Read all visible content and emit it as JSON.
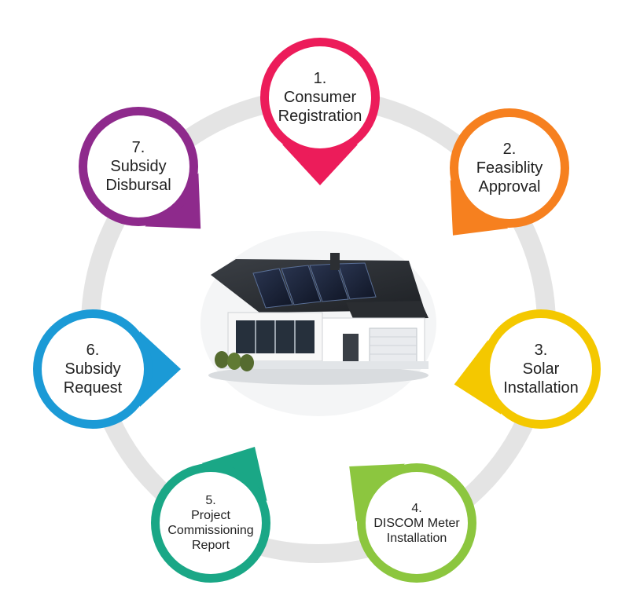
{
  "diagram": {
    "ring_color": "#e4e4e4",
    "steps": [
      {
        "number": "1.",
        "lines": [
          "Consumer",
          "Registration"
        ],
        "color": "#ec1c5a",
        "icon": "arrow-down-icon"
      },
      {
        "number": "2.",
        "lines": [
          "Feasiblity",
          "Approval"
        ],
        "color": "#f6801f",
        "icon": "arrow-down-left-icon"
      },
      {
        "number": "3.",
        "lines": [
          "Solar",
          "Installation"
        ],
        "color": "#f4c800",
        "icon": "arrow-left-icon"
      },
      {
        "number": "4.",
        "lines": [
          "DISCOM Meter",
          "Installation"
        ],
        "color": "#8cc63f",
        "icon": "arrow-up-left-icon"
      },
      {
        "number": "5.",
        "lines": [
          "Project",
          "Commissioning",
          "Report"
        ],
        "color": "#1aa786",
        "icon": "arrow-up-right-icon"
      },
      {
        "number": "6.",
        "lines": [
          "Subsidy",
          "Request"
        ],
        "color": "#1b9ad6",
        "icon": "arrow-right-icon"
      },
      {
        "number": "7.",
        "lines": [
          "Subsidy",
          "Disbursal"
        ],
        "color": "#8e2a8c",
        "icon": "arrow-down-right-icon"
      }
    ],
    "center_image": "solar-house-illustration"
  }
}
